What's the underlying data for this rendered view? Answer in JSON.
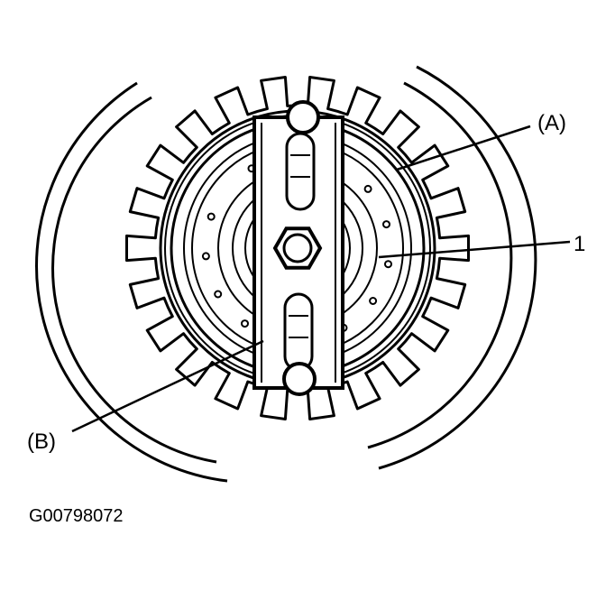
{
  "diagram": {
    "labels": {
      "a": "(A)",
      "one": "1",
      "b": "(B)"
    },
    "figure_id": "G00798072",
    "colors": {
      "ink": "#000000",
      "paper": "#ffffff"
    }
  }
}
